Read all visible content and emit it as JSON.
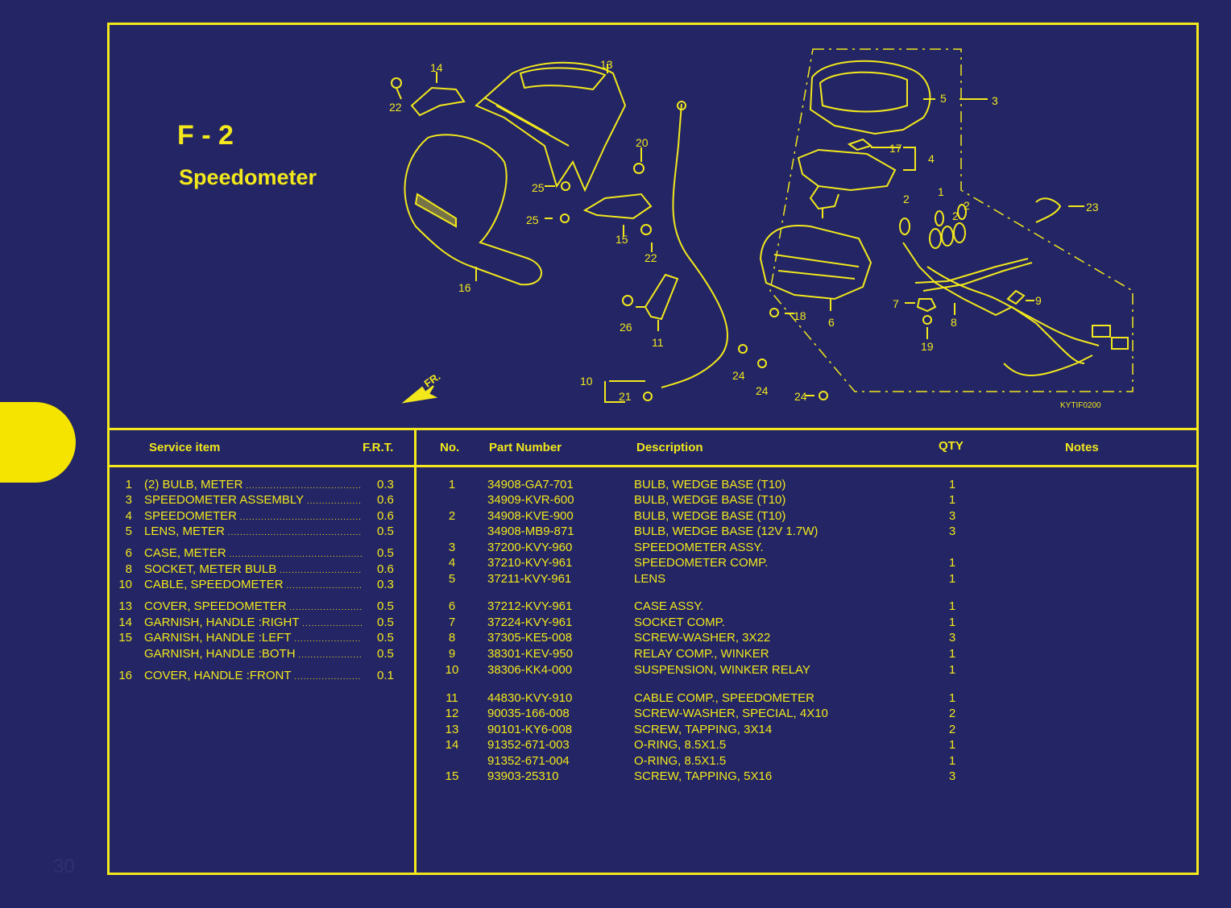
{
  "page_number": "30",
  "section": {
    "code": "F - 2",
    "title": "Speedometer"
  },
  "diagram": {
    "code": "KYTIF0200",
    "direction_label": "FR.",
    "callouts": [
      "14",
      "13",
      "22",
      "20",
      "25",
      "25",
      "15",
      "22",
      "16",
      "26",
      "11",
      "10",
      "21",
      "5",
      "3",
      "17",
      "4",
      "2",
      "1",
      "2",
      "2",
      "23",
      "18",
      "6",
      "7",
      "9",
      "8",
      "19",
      "24",
      "24",
      "24"
    ]
  },
  "service_table": {
    "headers": {
      "item": "Service item",
      "frt": "F.R.T."
    },
    "rows": [
      {
        "no": "1",
        "name": "(2) BULB, METER",
        "frt": "0.3"
      },
      {
        "no": "3",
        "name": "SPEEDOMETER ASSEMBLY",
        "frt": "0.6"
      },
      {
        "no": "4",
        "name": "SPEEDOMETER",
        "frt": "0.6"
      },
      {
        "no": "5",
        "name": "LENS, METER",
        "frt": "0.5"
      },
      {
        "no": "6",
        "name": "CASE, METER",
        "frt": "0.5"
      },
      {
        "no": "8",
        "name": "SOCKET, METER BULB",
        "frt": "0.6"
      },
      {
        "no": "10",
        "name": "CABLE, SPEEDOMETER",
        "frt": "0.3"
      },
      {
        "no": "13",
        "name": "COVER, SPEEDOMETER",
        "frt": "0.5"
      },
      {
        "no": "14",
        "name": "GARNISH, HANDLE :RIGHT",
        "frt": "0.5"
      },
      {
        "no": "15",
        "name": "GARNISH, HANDLE :LEFT",
        "frt": "0.5"
      },
      {
        "no": "",
        "name": "GARNISH, HANDLE :BOTH",
        "frt": "0.5"
      },
      {
        "no": "16",
        "name": "COVER, HANDLE :FRONT",
        "frt": "0.1"
      }
    ]
  },
  "parts_table": {
    "headers": {
      "no": "No.",
      "part_number": "Part Number",
      "description": "Description",
      "qty": "QTY",
      "notes": "Notes"
    },
    "rows": [
      {
        "no": "1",
        "pn": "34908-GA7-701",
        "desc": "BULB, WEDGE BASE (T10)",
        "qty": "1"
      },
      {
        "no": "",
        "pn": "34909-KVR-600",
        "desc": "BULB, WEDGE BASE (T10)",
        "qty": "1"
      },
      {
        "no": "2",
        "pn": "34908-KVE-900",
        "desc": "BULB, WEDGE BASE (T10)",
        "qty": "3"
      },
      {
        "no": "",
        "pn": "34908-MB9-871",
        "desc": "BULB, WEDGE BASE (12V 1.7W)",
        "qty": "3"
      },
      {
        "no": "3",
        "pn": "37200-KVY-960",
        "desc": "SPEEDOMETER ASSY.",
        "qty": ""
      },
      {
        "no": "4",
        "pn": "37210-KVY-961",
        "desc": "SPEEDOMETER COMP.",
        "qty": "1"
      },
      {
        "no": "5",
        "pn": "37211-KVY-961",
        "desc": "LENS",
        "qty": "1"
      },
      {
        "no": "6",
        "pn": "37212-KVY-961",
        "desc": "CASE ASSY.",
        "qty": "1"
      },
      {
        "no": "7",
        "pn": "37224-KVY-961",
        "desc": "SOCKET COMP.",
        "qty": "1"
      },
      {
        "no": "8",
        "pn": "37305-KE5-008",
        "desc": "SCREW-WASHER, 3X22",
        "qty": "3"
      },
      {
        "no": "9",
        "pn": "38301-KEV-950",
        "desc": "RELAY COMP., WINKER",
        "qty": "1"
      },
      {
        "no": "10",
        "pn": "38306-KK4-000",
        "desc": "SUSPENSION, WINKER RELAY",
        "qty": "1"
      },
      {
        "no": "11",
        "pn": "44830-KVY-910",
        "desc": "CABLE COMP., SPEEDOMETER",
        "qty": "1"
      },
      {
        "no": "12",
        "pn": "90035-166-008",
        "desc": "SCREW-WASHER, SPECIAL, 4X10",
        "qty": "2"
      },
      {
        "no": "13",
        "pn": "90101-KY6-008",
        "desc": "SCREW, TAPPING, 3X14",
        "qty": "2"
      },
      {
        "no": "14",
        "pn": "91352-671-003",
        "desc": "O-RING, 8.5X1.5",
        "qty": "1"
      },
      {
        "no": "",
        "pn": "91352-671-004",
        "desc": "O-RING, 8.5X1.5",
        "qty": "1"
      },
      {
        "no": "15",
        "pn": "93903-25310",
        "desc": "SCREW, TAPPING, 5X16",
        "qty": "3"
      }
    ]
  },
  "colors": {
    "background": "#232565",
    "accent": "#f2e81c"
  }
}
